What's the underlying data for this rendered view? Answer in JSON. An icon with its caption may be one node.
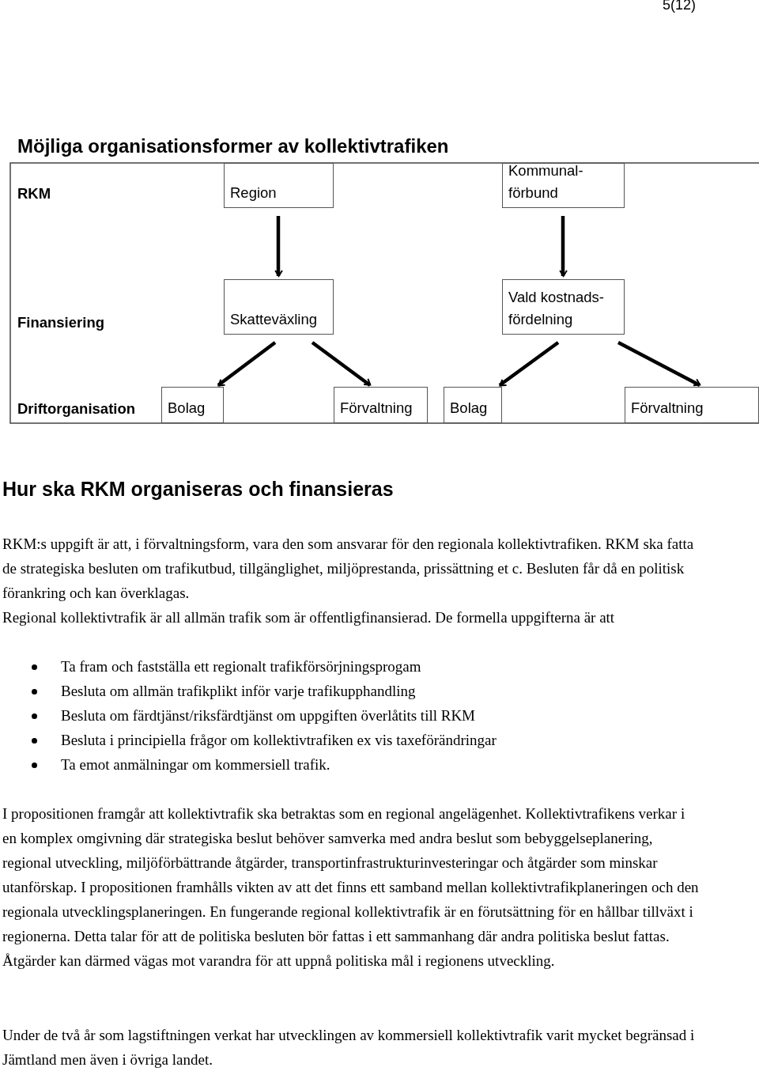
{
  "diagram": {
    "title": "Möjliga organisationsformer av kollektivtrafiken",
    "nodes": [
      {
        "text": [
          "Region"
        ]
      },
      {
        "text": [
          "Kommunal- förbund"
        ]
      },
      {
        "text": [
          "Skatteväxling"
        ]
      },
      {
        "text": [
          "Vald kostnads- fördelning"
        ]
      },
      {
        "text": [
          "Bolag"
        ]
      },
      {
        "text": [
          "Förvaltning"
        ]
      },
      {
        "text": [
          "Bolag"
        ]
      },
      {
        "text": [
          "Förvaltning"
        ]
      }
    ],
    "edges": [
      {
        "from": 0,
        "to": 2,
        "arrow": "to"
      },
      {
        "from": 1,
        "to": 3,
        "arrow": "to"
      },
      {
        "from": 2,
        "to": 4,
        "arrow": "to"
      },
      {
        "from": 2,
        "to": 5,
        "arrow": "to"
      },
      {
        "from": 3,
        "to": 6,
        "arrow": "to"
      },
      {
        "from": 3,
        "to": 7,
        "arrow": "to"
      }
    ],
    "labels": [
      "5(12)",
      "RKM",
      "Finansiering",
      "Driftorganisation",
      "Hur ska RKM organiseras och finansieras",
      "RKM:s uppgift är att, i förvaltningsform, vara den som ansvarar för den regionala kollektivtrafiken. RKM ska fatta de strategiska besluten om trafikutbud, tillgänglighet, miljöprestanda, prissättning et c. Besluten får då en politisk förankring och kan överklagas.",
      "Regional kollektivtrafik är all allmän trafik som är offentligfinansierad. De formella uppgifterna är att",
      "Ta fram och fastställa ett regionalt trafikförsörjningsprogam",
      "Besluta om allmän trafikplikt inför varje trafikupphandling",
      "Besluta om färdtjänst/riksfärdtjänst om uppgiften överlåtits till RKM",
      "Besluta i principiella frågor om kollektivtrafiken ex vis taxeförändringar",
      "Ta emot anmälningar om kommersiell trafik.",
      "I propositionen framgår att kollektivtrafik ska betraktas som en regional angelägenhet. Kollektivtrafikens verkar i en komplex omgivning där strategiska beslut behöver samverka med andra beslut som bebyggelseplanering, regional utveckling, miljöförbättrande åtgärder, transportinfrastrukturinvesteringar och åtgärder som minskar utanförskap. I propositionen framhålls vikten av att det finns ett samband mellan kollektivtrafikplaneringen och den regionala utvecklingsplaneringen. En fungerande regional kollektivtrafik är en förutsättning för en hållbar tillväxt i regionerna. Detta talar för att de politiska besluten bör fattas i ett sammanhang där andra politiska beslut fattas. Åtgärder kan därmed vägas mot varandra för att uppnå politiska mål i regionens utveckling.",
      "Under de två år som lagstiftningen verkat har utvecklingen av kommersiell kollektivtrafik varit mycket begränsad i Jämtland men även i övriga landet."
    ]
  }
}
